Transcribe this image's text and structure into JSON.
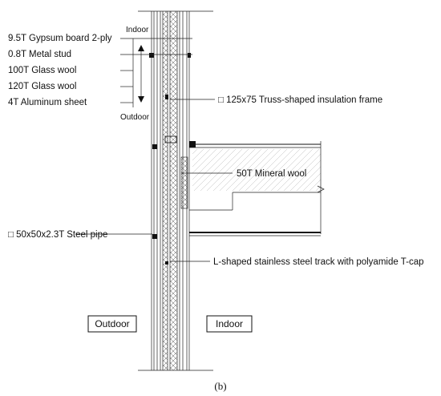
{
  "layer_labels": [
    "9.5T Gypsum board 2-ply",
    "0.8T Metal stud",
    "100T Glass wool",
    "120T Glass wool",
    "4T Aluminum sheet"
  ],
  "direction_top": "Indoor",
  "direction_bottom": "Outdoor",
  "callouts": {
    "truss_frame": "□ 125x75 Truss-shaped insulation frame",
    "mineral_wool": "50T Mineral wool",
    "steel_pipe": "□ 50x50x2.3T Steel pipe",
    "track": "L-shaped stainless steel track with polyamide T-cap"
  },
  "side_boxes": {
    "outdoor": "Outdoor",
    "indoor": "Indoor"
  },
  "caption": "(b)"
}
